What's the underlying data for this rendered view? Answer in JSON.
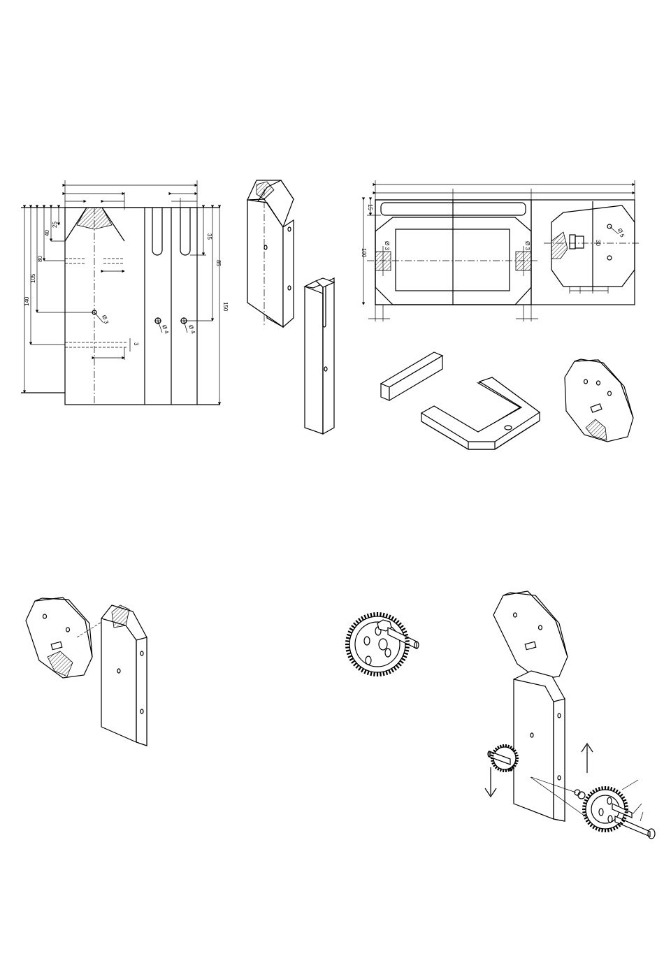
{
  "drawing_1": {
    "dims": {
      "d25": "25",
      "d40": "40",
      "d80": "80",
      "d105": "105",
      "d140": "140",
      "d35": "35",
      "d85": "85",
      "d150": "150",
      "d3": "3",
      "hole_d3": "Ø 3",
      "hole_d4a": "Ø 4",
      "hole_d4b": "Ø 4"
    }
  },
  "drawing_2": {
    "dims": {
      "d15": "15",
      "d100": "100",
      "hole_left": "Ø 3",
      "hole_right": "Ø 3",
      "hole_disc": "Ø 5",
      "d30": "30"
    }
  },
  "colors": {
    "line": "#000000",
    "background": "#ffffff"
  }
}
